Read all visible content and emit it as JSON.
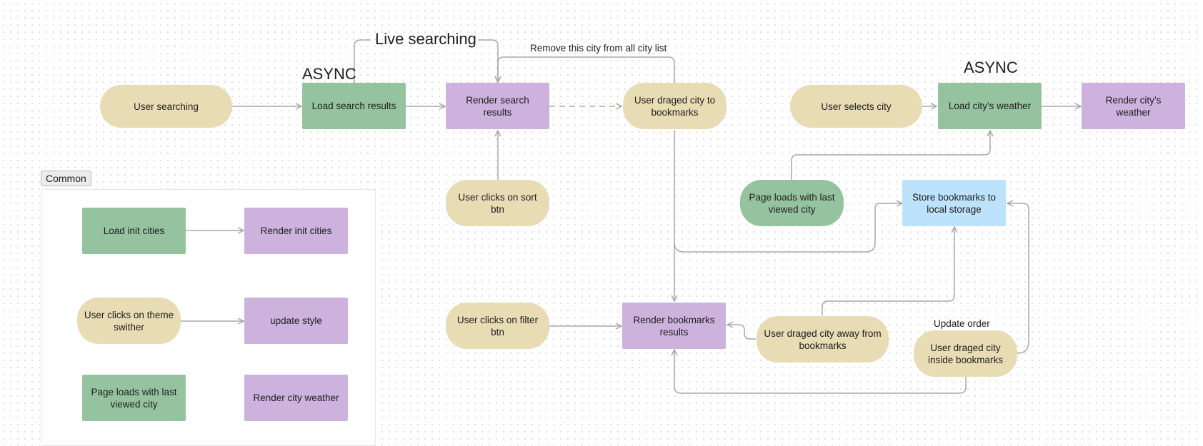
{
  "labels": {
    "live_searching": "Live searching",
    "async_left": "ASYNC",
    "async_right": "ASYNC",
    "remove_city": "Remove this city from all city list",
    "update_order": "Update order"
  },
  "nodes": {
    "user_searching": "User searching",
    "load_search_results": "Load search results",
    "render_search_results": "Render search results",
    "user_dragged_to_bookmarks": "User draged city to bookmarks",
    "user_selects_city": "User selects city",
    "load_city_weather": "Load city’s weather",
    "render_city_weather": "Render city’s weather",
    "user_clicks_sort": "User clicks on sort btn",
    "page_loads_last_city": "Page loads with last viewed city",
    "store_bookmarks": "Store bookmarks to local storage",
    "user_clicks_filter": "User clicks on filter btn",
    "render_bookmarks_results": "Render bookmarks results",
    "user_dragged_away": "User draged city away from bookmarks",
    "user_dragged_inside": "User draged city inside bookmarks"
  },
  "common": {
    "title": "Common",
    "load_init_cities": "Load init cities",
    "render_init_cities": "Render init cities",
    "user_clicks_theme": "User clicks on theme swither",
    "update_style": "update style",
    "page_loads_last_city": "Page loads with last viewed city",
    "render_city_weather": "Render city weather"
  },
  "colors": {
    "event": "#e8dcb5",
    "async_action": "#96c39f",
    "render": "#ccb2dd",
    "storage": "#bde2fb",
    "connector": "#a8a8a8"
  }
}
